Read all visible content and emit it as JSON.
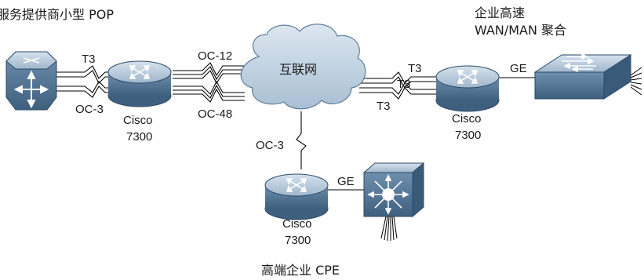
{
  "groups": {
    "isp_pop": "服务提供商小型 POP",
    "enterprise_wan_line1": "企业高速",
    "enterprise_wan_line2": "WAN/MAN 聚合",
    "enterprise_cpe": "高端企业 CPE"
  },
  "cloud": {
    "label": "互联网"
  },
  "routers": {
    "left": {
      "name": "Cisco",
      "model": "7300"
    },
    "right": {
      "name": "Cisco",
      "model": "7300"
    },
    "bottom": {
      "name": "Cisco",
      "model": "7300"
    }
  },
  "links": {
    "pop_t3": "T3",
    "pop_oc3": "OC-3",
    "oc12": "OC-12",
    "oc48": "OC-48",
    "wan_t3_a": "T3",
    "wan_t3_b": "T3",
    "wan_t3_c": "T3",
    "wan_ge": "GE",
    "cpe_oc3": "OC-3",
    "cpe_ge": "GE"
  },
  "colors": {
    "device_light": "#b7c9d9",
    "device_mid": "#7f9db8",
    "device_dark": "#466786",
    "switch_face": "#5a7fa3",
    "cloud_fill": "#c4d5e4",
    "link": "#000000"
  }
}
